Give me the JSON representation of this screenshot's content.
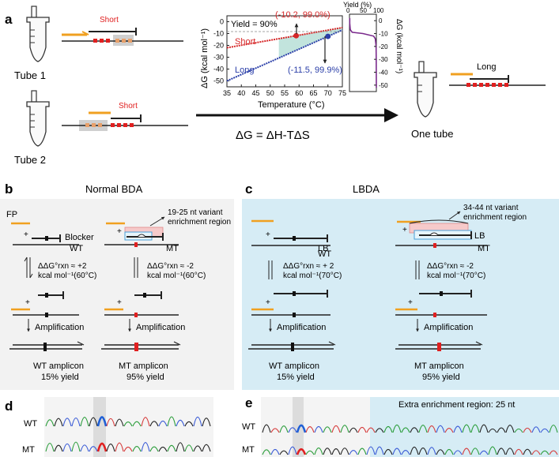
{
  "panel_letters": {
    "a": "a",
    "b": "b",
    "c": "c",
    "d": "d",
    "e": "e"
  },
  "panel_a": {
    "tube1_label": "Tube 1",
    "tube2_label": "Tube 2",
    "one_tube_label": "One tube",
    "short_label": "Short",
    "long_label": "Long",
    "equation": "ΔG = ΔH-TΔS",
    "main_plot": {
      "xlabel": "Temperature (°C)",
      "ylabel": "ΔG (kcal mol⁻¹)",
      "x_ticks": [
        "35",
        "40",
        "45",
        "50",
        "55",
        "60",
        "65",
        "70",
        "75"
      ],
      "y_ticks": [
        "0",
        "-10",
        "-20",
        "-30",
        "-40",
        "-50"
      ],
      "yield_note": "Yield = 90%",
      "short_point": "(-10.2, 99.0%)",
      "long_point": "(-11.5, 99.9%)",
      "short_series_name": "Short",
      "long_series_name": "Long"
    },
    "yield_plot": {
      "title": "Yield (%)",
      "x_ticks": [
        "0",
        "50",
        "100"
      ],
      "y_ticks": [
        "0",
        "-10",
        "-20",
        "-30",
        "-40",
        "-50"
      ],
      "ylabel": "ΔG (kcal mol⁻¹)"
    }
  },
  "chart_data": [
    {
      "type": "line",
      "xlabel": "Temperature (°C)",
      "ylabel": "ΔG (kcal mol⁻¹)",
      "xlim": [
        35,
        75
      ],
      "ylim": [
        -55,
        5
      ],
      "series": [
        {
          "name": "Short",
          "color": "#d62728",
          "x": [
            35,
            75
          ],
          "y": [
            -22,
            -5
          ]
        },
        {
          "name": "Long",
          "color": "#2a3ea8",
          "x": [
            35,
            75
          ],
          "y": [
            -50,
            -7
          ]
        }
      ],
      "annotations": [
        "Yield = 90%",
        "(-10.2, 99.0%)",
        "(-11.5, 99.9%)"
      ]
    },
    {
      "type": "line",
      "xlabel": "Yield (%)",
      "ylabel": "ΔG (kcal mol⁻¹)",
      "xlim": [
        0,
        100
      ],
      "ylim": [
        -55,
        5
      ],
      "series": [
        {
          "color": "#7a2a8c",
          "x": [
            100,
            99.5,
            99,
            96,
            90,
            50,
            10,
            3,
            1,
            1
          ],
          "y": [
            -52,
            -30,
            -20,
            -14,
            -12,
            -10,
            -9,
            -7,
            -2,
            2
          ]
        }
      ]
    }
  ],
  "panel_b": {
    "title": "Normal BDA",
    "fp_label": "FP",
    "blocker_label": "Blocker",
    "wt_label": "WT",
    "mt_label": "MT",
    "variant_label_1": "19-25 nt variant",
    "variant_label_2": "enrichment region",
    "ddg_wt_1": "ΔΔG°rxn ≈ +2",
    "ddg_wt_2": "kcal mol⁻¹(60°C)",
    "ddg_mt_1": "ΔΔG°rxn ≈ -2",
    "ddg_mt_2": "kcal mol⁻¹(60°C)",
    "amplification": "Amplification",
    "wt_amplicon": "WT amplicon",
    "wt_yield": "15% yield",
    "mt_amplicon": "MT amplicon",
    "mt_yield": "95% yield"
  },
  "panel_c": {
    "title": "LBDA",
    "lb_label": "LB",
    "wt_label": "WT",
    "mt_label": "MT",
    "variant_label_1": "34-44 nt variant",
    "variant_label_2": "enrichment region",
    "ddg_wt_1": "ΔΔG°rxn ≈ + 2",
    "ddg_wt_2": "kcal mol⁻¹(70°C)",
    "ddg_mt_1": "ΔΔG°rxn ≈ -2",
    "ddg_mt_2": "kcal mol⁻¹(70°C)",
    "amplification": "Amplification",
    "wt_amplicon": "WT amplicon",
    "wt_yield": "15% yield",
    "mt_amplicon": "MT amplicon",
    "mt_yield": "95% yield"
  },
  "panel_d": {
    "wt_label": "WT",
    "mt_label": "MT"
  },
  "panel_e": {
    "wt_label": "WT",
    "mt_label": "MT",
    "extra_region": "Extra enrichment region: 25 nt"
  },
  "colors": {
    "primer": "#f0a020",
    "mutant": "#e02020",
    "short_line": "#d62728",
    "long_line": "#2a3ea8",
    "panel_c_bg": "#d6ecf5",
    "panel_b_bg": "#f2f2f2",
    "enrich_box": "#f6caca",
    "yield_curve": "#7a2a8c"
  }
}
